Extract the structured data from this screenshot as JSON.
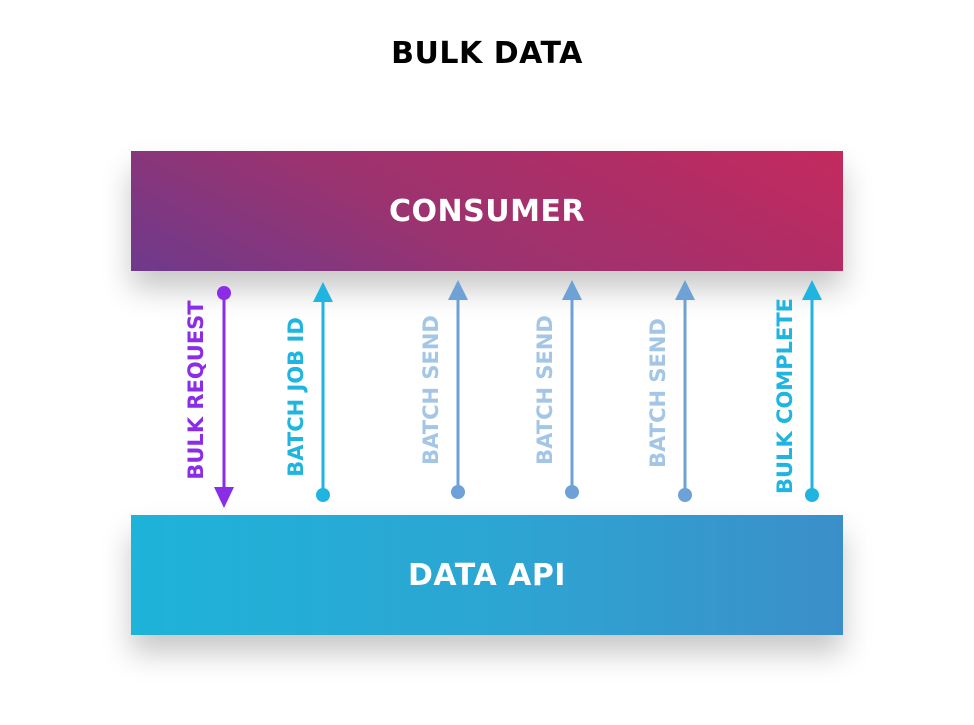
{
  "title": "BULK DATA",
  "consumer_label": "CONSUMER",
  "api_label": "DATA API",
  "arrows": [
    {
      "id": "bulk-request",
      "label": "BULK REQUEST",
      "color": "#8b2ce6",
      "direction": "down"
    },
    {
      "id": "batch-job-id",
      "label": "BATCH JOB ID",
      "color": "#1fb5e0",
      "direction": "up"
    },
    {
      "id": "batch-send-1",
      "label": "BATCH SEND",
      "color": "#a4c6e6",
      "line_color": "#6ea1d6",
      "direction": "up"
    },
    {
      "id": "batch-send-2",
      "label": "BATCH SEND",
      "color": "#a4c6e6",
      "line_color": "#6ea1d6",
      "direction": "up"
    },
    {
      "id": "batch-send-3",
      "label": "BATCH SEND",
      "color": "#a4c6e6",
      "line_color": "#6ea1d6",
      "direction": "up"
    },
    {
      "id": "bulk-complete",
      "label": "BULK COMPLETE",
      "color": "#1fb5e0",
      "direction": "up"
    }
  ]
}
